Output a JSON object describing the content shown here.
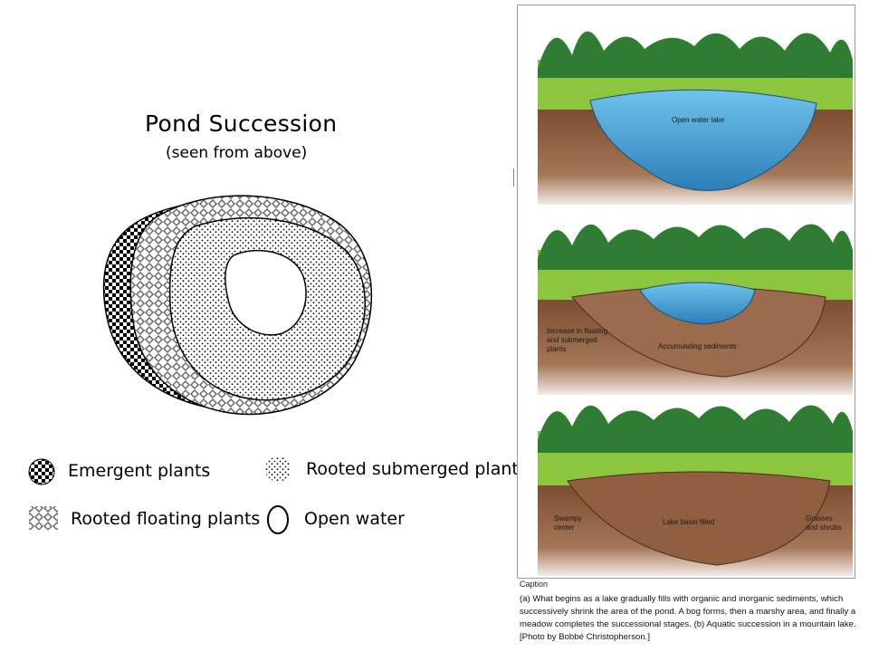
{
  "left": {
    "title": "Pond Succession",
    "subtitle": "(seen from above)",
    "legend": [
      {
        "label": "Emergent plants",
        "pattern": "checker"
      },
      {
        "label": "Rooted submerged plants",
        "pattern": "stipple"
      },
      {
        "label": "Rooted floating plants",
        "pattern": "diamond"
      },
      {
        "label": "Open water",
        "pattern": "open"
      }
    ]
  },
  "right": {
    "stage1": {
      "water_label": "Open water lake"
    },
    "stage2": {
      "plants_label": "Increase in floating and submerged plants",
      "sediment_label": "Accumulating sediments"
    },
    "stage3": {
      "center_label": "Swampy center",
      "filled_label": "Lake basin filled",
      "grass_label": "Grasses and shrubs"
    },
    "colors": {
      "water": "#4aa3d6",
      "soil": "#8a5a3c",
      "grass": "#8cc63f",
      "trees": "#2f7d32",
      "sky": "#f2f2f2"
    }
  },
  "caption": {
    "heading": "Caption",
    "text": "(a) What begins as a lake gradually fills with organic and inorganic sediments, which successively shrink the area of the pond. A bog forms, then a marshy area, and finally a meadow completes the successional stages. (b) Aquatic succession in a mountain lake. [Photo by Bobbé Christopherson.]"
  }
}
